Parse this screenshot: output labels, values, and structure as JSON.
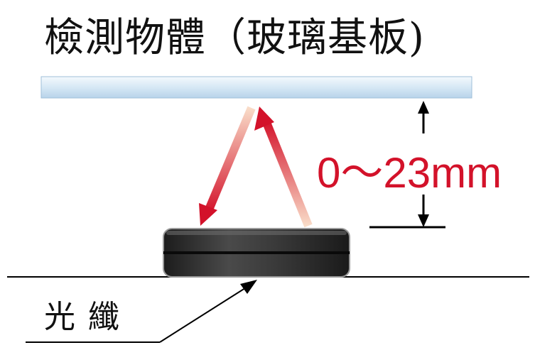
{
  "title": "檢測物體（玻璃基板)",
  "distance_label": "0～23mm",
  "fiber_label": "光  纖",
  "colors": {
    "glass_light": "#eef6fc",
    "glass_dark": "#c8dff0",
    "beam_dark": "#d3122a",
    "beam_light": "#f7d5c0",
    "distance_text": "#d3122a",
    "sensor_body": "#2f2f2f"
  },
  "icons": [
    "glass-plate-icon",
    "fiber-sensor-head-icon",
    "reflection-beam-icon",
    "dimension-arrow-icon",
    "leader-arrow-icon"
  ]
}
